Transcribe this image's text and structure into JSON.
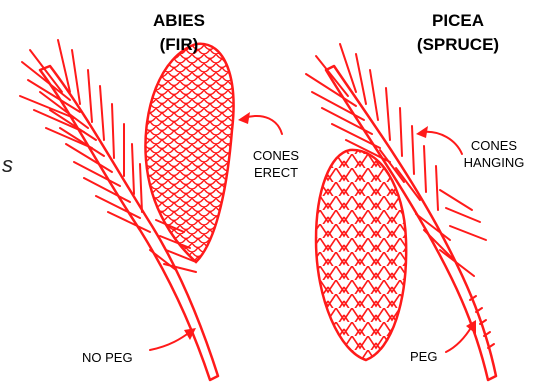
{
  "left": {
    "title_line1": "ABIES",
    "title_line2": "(FIR)",
    "cone_label_line1": "CONES",
    "cone_label_line2": "ERECT",
    "peg_label": "NO PEG"
  },
  "right": {
    "title_line1": "PICEA",
    "title_line2": "(SPRUCE)",
    "cone_label_line1": "CONES",
    "cone_label_line2": "HANGING",
    "peg_label": "PEG"
  },
  "edge_fragment": "s",
  "colors": {
    "illustration": "#ff1a1a",
    "text": "#000000"
  }
}
